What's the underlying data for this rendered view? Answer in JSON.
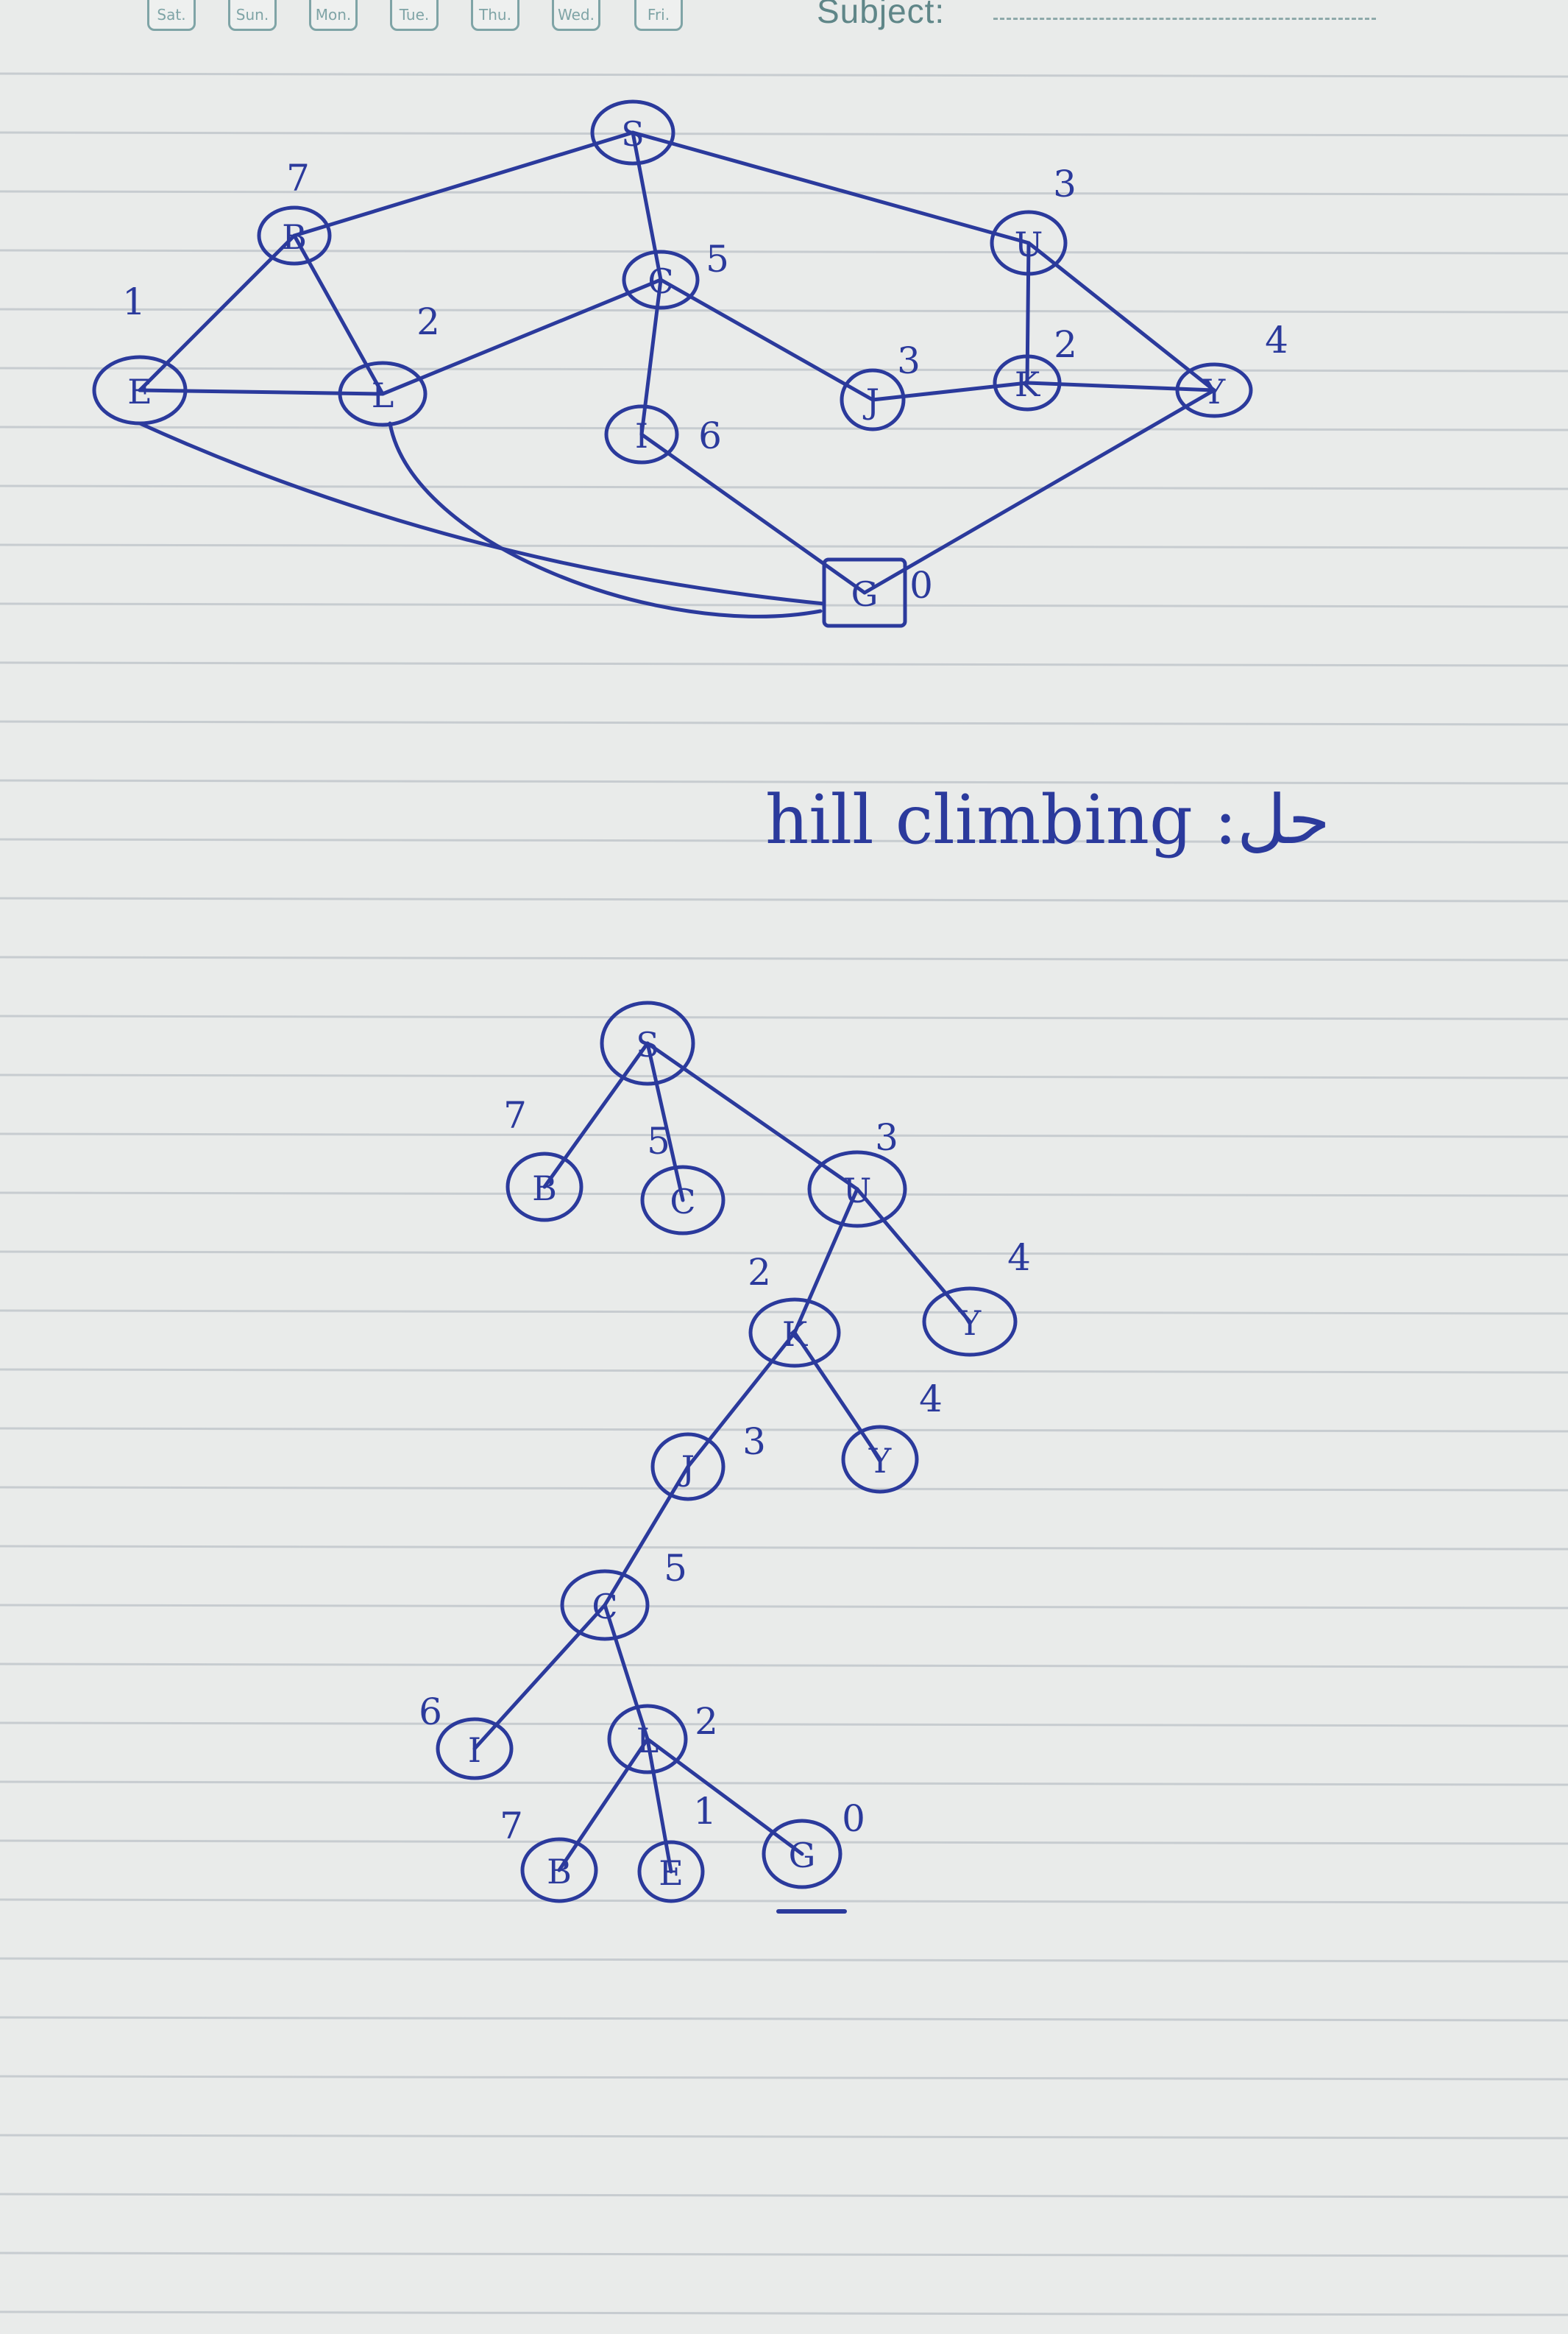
{
  "header": {
    "days": [
      "Sat.",
      "Sun.",
      "Mon.",
      "Tue.",
      "Thu.",
      "Wed.",
      "Fri."
    ],
    "subject_label": "Subject:"
  },
  "graph": {
    "nodes": [
      {
        "id": "S",
        "label": "S",
        "h": ""
      },
      {
        "id": "B",
        "label": "B",
        "h": "7"
      },
      {
        "id": "C",
        "label": "C",
        "h": "5"
      },
      {
        "id": "U",
        "label": "U",
        "h": "3"
      },
      {
        "id": "E",
        "label": "E",
        "h": "1"
      },
      {
        "id": "L",
        "label": "L",
        "h": "2"
      },
      {
        "id": "I",
        "label": "I",
        "h": "6"
      },
      {
        "id": "J",
        "label": "J",
        "h": "3"
      },
      {
        "id": "K",
        "label": "K",
        "h": "2"
      },
      {
        "id": "Y",
        "label": "Y",
        "h": "4"
      },
      {
        "id": "G",
        "label": "G",
        "h": "0"
      }
    ],
    "edges": [
      [
        "S",
        "B"
      ],
      [
        "S",
        "C"
      ],
      [
        "S",
        "U"
      ],
      [
        "B",
        "E"
      ],
      [
        "B",
        "L"
      ],
      [
        "C",
        "L"
      ],
      [
        "C",
        "I"
      ],
      [
        "C",
        "J"
      ],
      [
        "U",
        "K"
      ],
      [
        "U",
        "Y"
      ],
      [
        "E",
        "L"
      ],
      [
        "J",
        "K"
      ],
      [
        "K",
        "Y"
      ],
      [
        "I",
        "G"
      ],
      [
        "Y",
        "G"
      ],
      [
        "E",
        "G"
      ],
      [
        "L",
        "G"
      ]
    ]
  },
  "caption": "hill climbing :حل",
  "tree": {
    "nodes": [
      {
        "id": "t_S",
        "label": "S",
        "h": ""
      },
      {
        "id": "t_B1",
        "label": "B",
        "h": "7"
      },
      {
        "id": "t_C1",
        "label": "C",
        "h": "5"
      },
      {
        "id": "t_U",
        "label": "U",
        "h": "3"
      },
      {
        "id": "t_K",
        "label": "K",
        "h": "2"
      },
      {
        "id": "t_Y1",
        "label": "Y",
        "h": "4"
      },
      {
        "id": "t_J",
        "label": "J",
        "h": "3"
      },
      {
        "id": "t_Y2",
        "label": "Y",
        "h": "4"
      },
      {
        "id": "t_C2",
        "label": "C",
        "h": "5"
      },
      {
        "id": "t_I",
        "label": "I",
        "h": "6"
      },
      {
        "id": "t_L",
        "label": "L",
        "h": "2"
      },
      {
        "id": "t_B2",
        "label": "B",
        "h": "7"
      },
      {
        "id": "t_E",
        "label": "E",
        "h": "1"
      },
      {
        "id": "t_G",
        "label": "G",
        "h": "0"
      }
    ],
    "edges": [
      [
        "t_S",
        "t_B1"
      ],
      [
        "t_S",
        "t_C1"
      ],
      [
        "t_S",
        "t_U"
      ],
      [
        "t_U",
        "t_K"
      ],
      [
        "t_U",
        "t_Y1"
      ],
      [
        "t_K",
        "t_J"
      ],
      [
        "t_K",
        "t_Y2"
      ],
      [
        "t_J",
        "t_C2"
      ],
      [
        "t_C2",
        "t_I"
      ],
      [
        "t_C2",
        "t_L"
      ],
      [
        "t_L",
        "t_B2"
      ],
      [
        "t_L",
        "t_E"
      ],
      [
        "t_L",
        "t_G"
      ]
    ]
  },
  "colors": {
    "ink": "#2b3a9c",
    "paper": "#e9ebea",
    "rule": "#c7ccd0",
    "header": "#7fa4a6"
  }
}
